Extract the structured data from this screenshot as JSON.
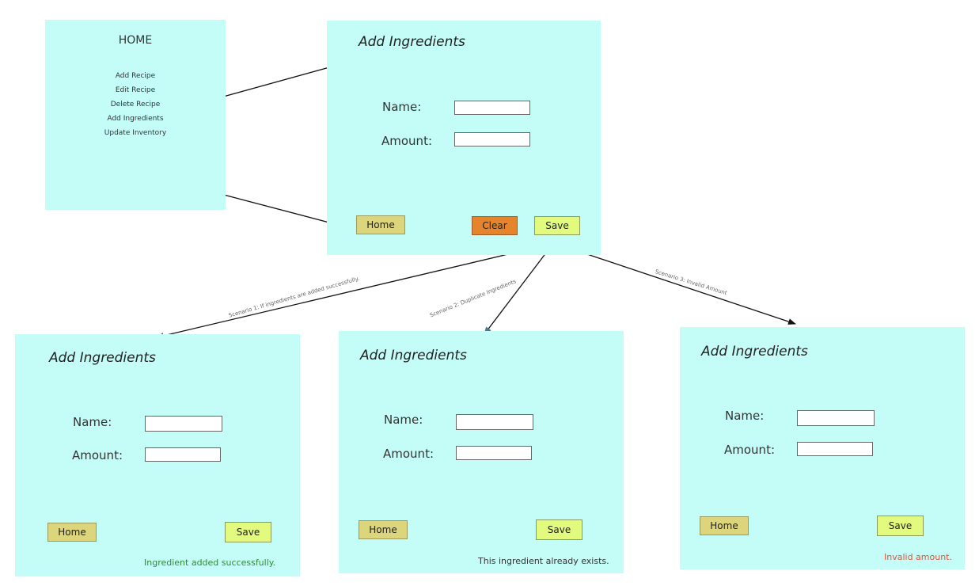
{
  "home": {
    "title": "HOME",
    "menu": [
      "Add Recipe",
      "Edit Recipe",
      "Delete Recipe",
      "Add Ingredients",
      "Update Inventory"
    ]
  },
  "form": {
    "title": "Add Ingredients",
    "name_label": "Name:",
    "amount_label": "Amount:",
    "home_label": "Home",
    "clear_label": "Clear",
    "save_label": "Save"
  },
  "scenarios": {
    "s1": "Scenario 1: If ingredients are added successfully.",
    "s2": "Scenario 2: Duplicate Ingredients",
    "s3": "Scenario 3: Invalid Amount"
  },
  "messages": {
    "success": "Ingredient added successfully.",
    "duplicate": "This ingredient already exists.",
    "invalid": "Invalid amount."
  },
  "colors": {
    "panel_bg": "#c4fcf7",
    "home_button": "#dcd57c",
    "save_button": "#e2fb7e",
    "clear_button": "#e6842b",
    "success_text": "#2e8b3a",
    "duplicate_text": "#333333",
    "invalid_text": "#e0553a"
  }
}
